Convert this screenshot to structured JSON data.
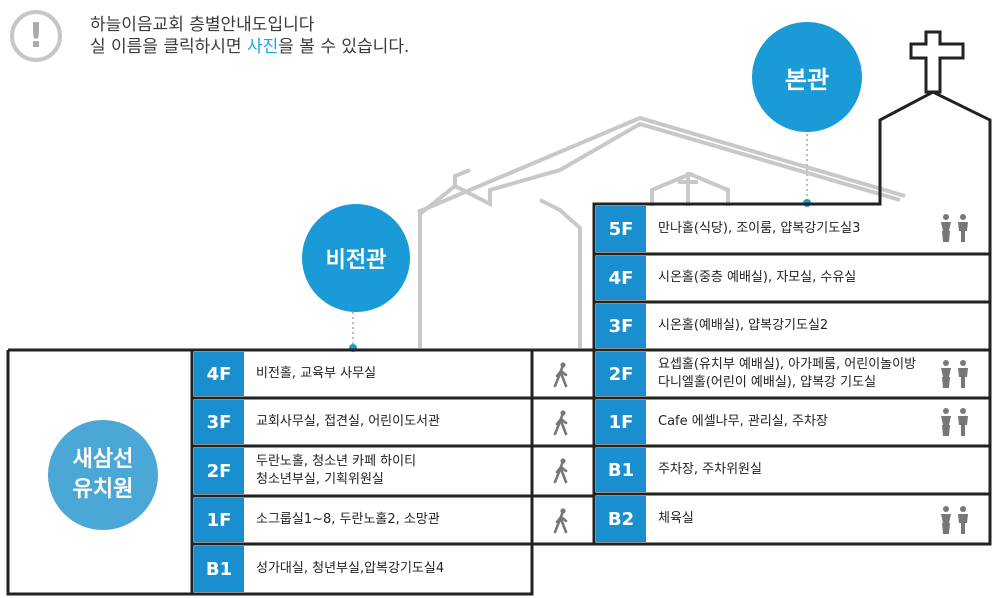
{
  "notice": {
    "icon": "!",
    "line1": "하늘이음교회 층별안내도입니다",
    "line2_pre": "실 이름을 클릭하시면 ",
    "line2_hl": "사진",
    "line2_post": "을 볼 수 있습니다."
  },
  "colors": {
    "accent": "#1a9ad6",
    "floor_label": "#1a8fd0",
    "outline": "#222222",
    "church_sketch": "#c8c8c8"
  },
  "buildings": {
    "main": "본관",
    "bijeon": "비전관",
    "kinder_line1": "새삼선",
    "kinder_line2": "유치원"
  },
  "left_floors": [
    {
      "label": "4F",
      "line1": "비전홀, 교육부 사무실",
      "line2": "",
      "icon": "walking-person-icon"
    },
    {
      "label": "3F",
      "line1": "교회사무실, 접견실, 어린이도서관",
      "line2": "",
      "icon": "walking-person-icon"
    },
    {
      "label": "2F",
      "line1": "두란노홀, 청소년 카페 하이티",
      "line2": "청소년부실, 기획위원실",
      "icon": "walking-person-icon"
    },
    {
      "label": "1F",
      "line1": "소그룹실1~8, 두란노홀2, 소망관",
      "line2": "",
      "icon": "walking-person-icon"
    },
    {
      "label": "B1",
      "line1": "성가대실, 청년부실,압복강기도실4",
      "line2": "",
      "icon": ""
    }
  ],
  "right_floors": [
    {
      "label": "5F",
      "line1": "만나홀(식당), 조이룸, 얍복강기도실3",
      "line2": "",
      "icon": "restroom-icon"
    },
    {
      "label": "4F",
      "line1": "시온홀(중층 예배실), 자모실, 수유실",
      "line2": "",
      "icon": ""
    },
    {
      "label": "3F",
      "line1": "시온홀(예배실), 얍복강기도실2",
      "line2": "",
      "icon": ""
    },
    {
      "label": "2F",
      "line1": "요셉홀(유치부 예배실), 아가페룸, 어린이놀이방",
      "line2": "다니엘홀(어린이 예배실), 얍복강 기도실",
      "icon": "restroom-icon"
    },
    {
      "label": "1F",
      "line1": "Cafe 에셀나무, 관리실, 주차장",
      "line2": "",
      "icon": "restroom-icon"
    },
    {
      "label": "B1",
      "line1": "주차장, 주차위원실",
      "line2": "",
      "icon": ""
    },
    {
      "label": "B2",
      "line1": "체육실",
      "line2": "",
      "icon": "restroom-icon"
    }
  ]
}
